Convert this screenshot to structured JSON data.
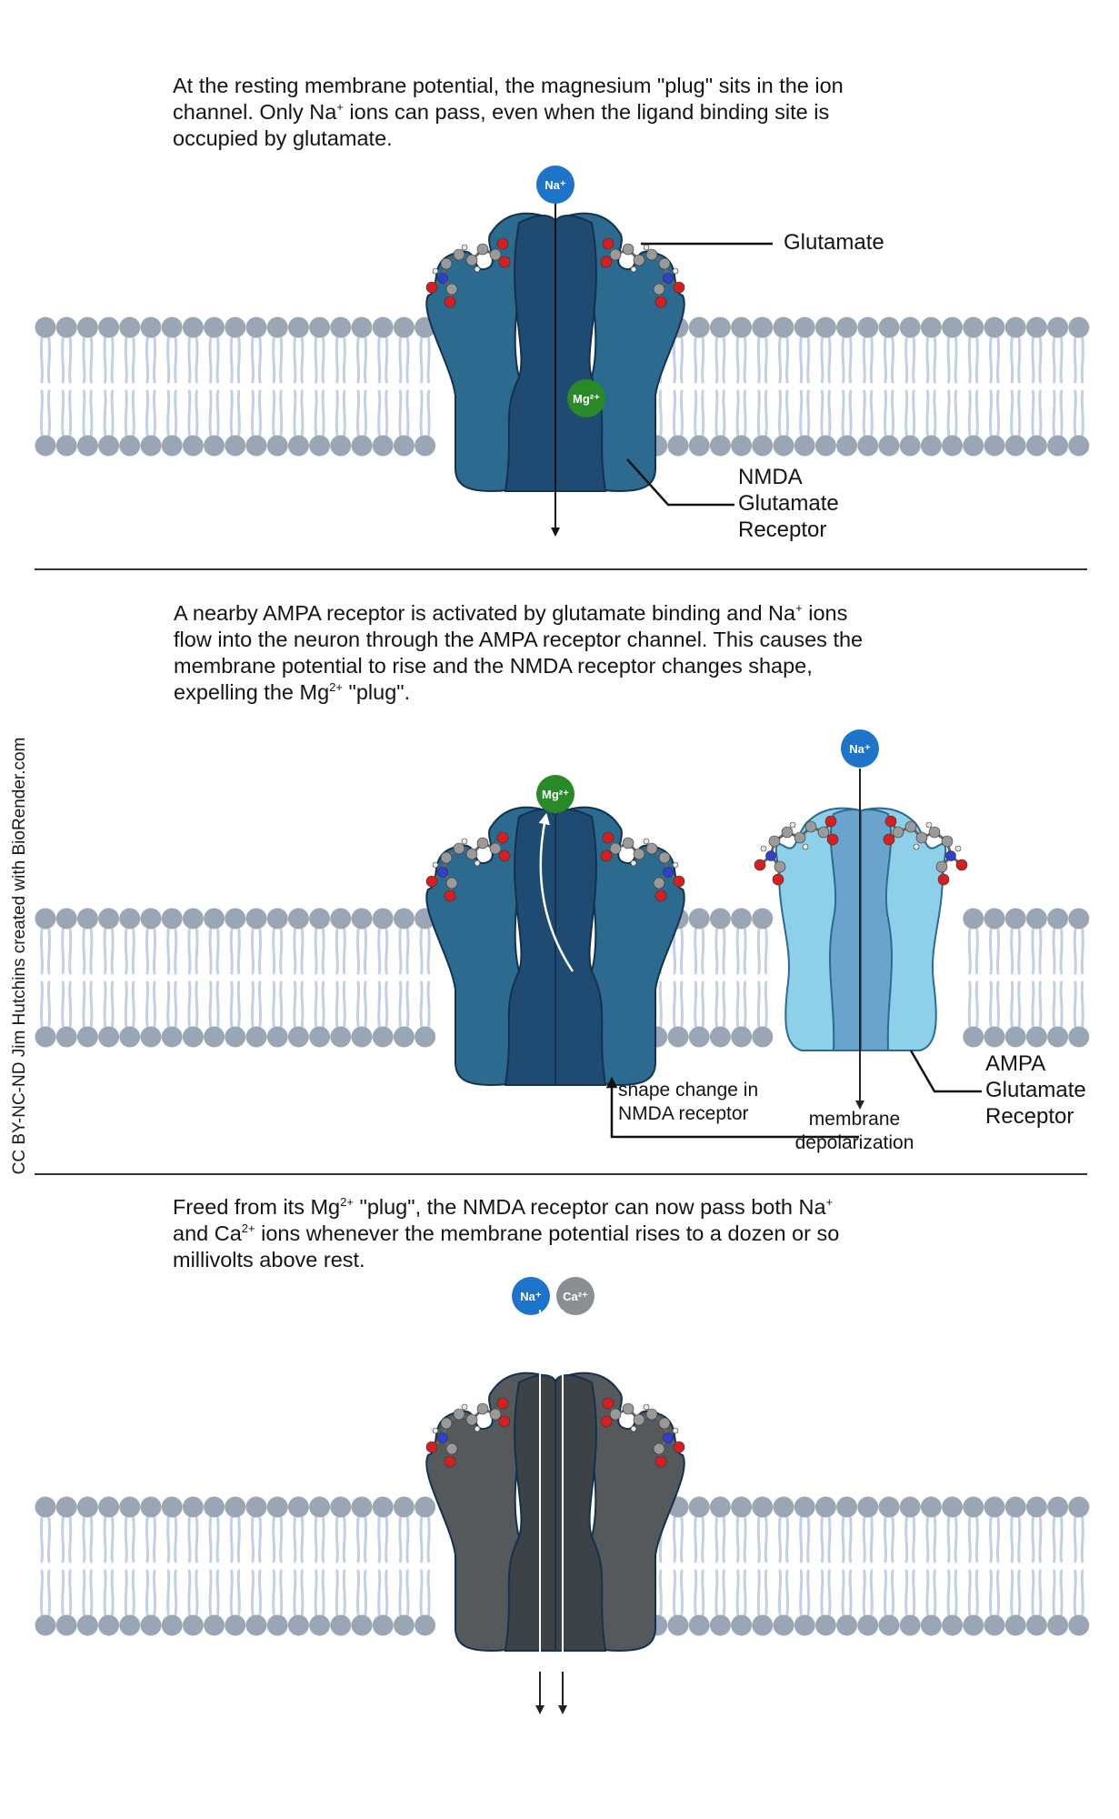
{
  "panel1": {
    "caption_lines": [
      {
        "parts": [
          "At the resting membrane potential, the magnesium \"plug\" sits in the ion"
        ]
      },
      {
        "parts": [
          "channel. Only Na",
          "+",
          " ions can pass, even when the ligand binding site is"
        ]
      },
      {
        "parts": [
          "occupied by glutamate."
        ]
      }
    ],
    "label_glutamate": "Glutamate",
    "label_receptor": [
      "NMDA",
      "Glutamate",
      "Receptor"
    ],
    "ion_na": "Na⁺",
    "ion_mg": "Mg²⁺"
  },
  "panel2": {
    "caption_lines": [
      {
        "parts": [
          "A nearby AMPA receptor is activated by glutamate binding and Na",
          "+",
          " ions"
        ]
      },
      {
        "parts": [
          "flow into the neuron through the AMPA receptor channel. This causes the"
        ]
      },
      {
        "parts": [
          "membrane potential to rise and the NMDA receptor changes shape,"
        ]
      },
      {
        "parts": [
          "expelling the Mg",
          "2+",
          " \"plug\"."
        ]
      }
    ],
    "label_shape_change": [
      "shape change in",
      "NMDA receptor"
    ],
    "label_depolarization": [
      "membrane",
      "depolarization"
    ],
    "label_ampa": [
      "AMPA",
      "Glutamate",
      "Receptor"
    ],
    "ion_mg": "Mg²⁺",
    "ion_na": "Na⁺"
  },
  "panel3": {
    "caption_lines": [
      {
        "parts": [
          "Freed from its Mg",
          "2+",
          " \"plug\", the NMDA receptor can now pass both Na",
          "+"
        ]
      },
      {
        "parts": [
          "and Ca",
          "2+",
          " ions whenever the membrane potential rises to a dozen or so"
        ]
      },
      {
        "parts": [
          "millivolts above rest."
        ]
      }
    ],
    "ion_na": "Na⁺",
    "ion_ca": "Ca²⁺"
  },
  "credit": "CC BY-NC-ND Jim Hutchins created with BioRender.com",
  "colors": {
    "nmda_dark": "#1f4a72",
    "nmda_mid": "#2c6a8f",
    "ampa_light": "#8ecfea",
    "ampa_mid": "#6aa3cb",
    "open_dark": "#3d4246",
    "open_mid": "#55595c",
    "lipid_head": "#9aa6b6",
    "lipid_tail": "#c3cfe2",
    "na_ion": "#1e74c9",
    "mg_ion": "#2a8a2a",
    "ca_ion": "#8a8f93"
  }
}
